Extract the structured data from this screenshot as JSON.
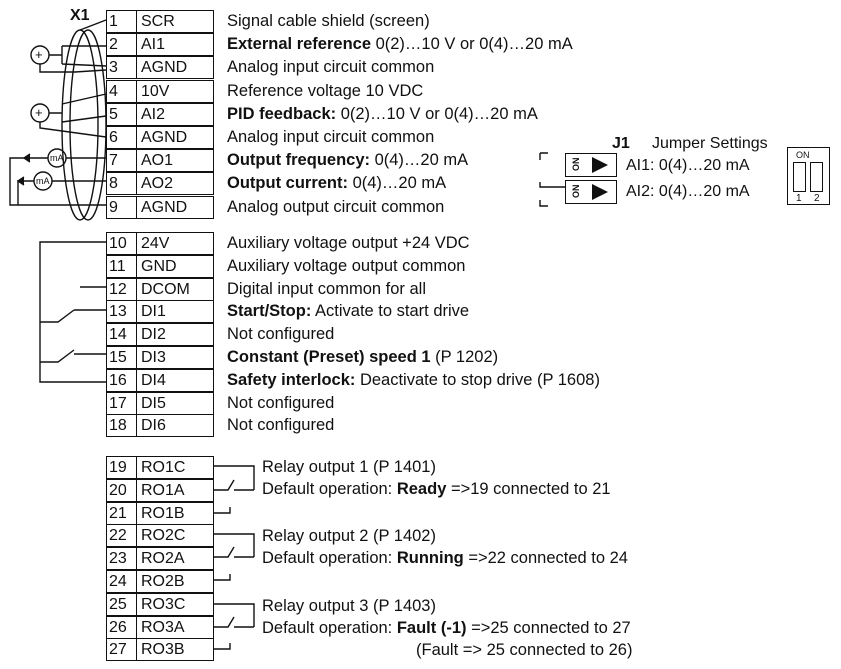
{
  "connector": {
    "label": "X1"
  },
  "jumper": {
    "label": "J1",
    "title": "Jumper Settings",
    "on_text": "ON",
    "dip_on": "ON",
    "dip_1": "1",
    "dip_2": "2",
    "ai1": "AI1: 0(4)…20 mA",
    "ai2": "AI2: 0(4)…20 mA"
  },
  "meters": {
    "pot": "+",
    "ma": "mA"
  },
  "terminals": [
    {
      "num": "1",
      "name": "SCR",
      "bold": "",
      "desc": "Signal cable shield (screen)"
    },
    {
      "num": "2",
      "name": "AI1",
      "bold": "External reference",
      "desc": " 0(2)…10 V or 0(4)…20 mA"
    },
    {
      "num": "3",
      "name": "AGND",
      "bold": "",
      "desc": "Analog input circuit common"
    },
    {
      "num": "4",
      "name": "10V",
      "bold": "",
      "desc": "Reference voltage 10 VDC"
    },
    {
      "num": "5",
      "name": "AI2",
      "bold": "PID feedback:",
      "desc": " 0(2)…10 V or 0(4)…20 mA"
    },
    {
      "num": "6",
      "name": "AGND",
      "bold": "",
      "desc": "Analog input circuit common"
    },
    {
      "num": "7",
      "name": "AO1",
      "bold": "Output frequency:",
      "desc": " 0(4)…20 mA"
    },
    {
      "num": "8",
      "name": "AO2",
      "bold": "Output current:",
      "desc": " 0(4)…20 mA"
    },
    {
      "num": "9",
      "name": "AGND",
      "bold": "",
      "desc": "Analog output circuit common"
    },
    {
      "num": "10",
      "name": "24V",
      "bold": "",
      "desc": "Auxiliary voltage output +24 VDC"
    },
    {
      "num": "11",
      "name": "GND",
      "bold": "",
      "desc": "Auxiliary voltage output common"
    },
    {
      "num": "12",
      "name": "DCOM",
      "bold": "",
      "desc": "Digital input common for all"
    },
    {
      "num": "13",
      "name": "DI1",
      "bold": "Start/Stop:",
      "desc": " Activate to start drive"
    },
    {
      "num": "14",
      "name": "DI2",
      "bold": "",
      "desc": "Not configured"
    },
    {
      "num": "15",
      "name": "DI3",
      "bold": "Constant (Preset) speed 1",
      "desc": " (P 1202)"
    },
    {
      "num": "16",
      "name": "DI4",
      "bold": "Safety interlock:",
      "desc": " Deactivate to stop drive (P 1608)"
    },
    {
      "num": "17",
      "name": "DI5",
      "bold": "",
      "desc": "Not configured"
    },
    {
      "num": "18",
      "name": "DI6",
      "bold": "",
      "desc": "Not configured"
    },
    {
      "num": "19",
      "name": "RO1C"
    },
    {
      "num": "20",
      "name": "RO1A"
    },
    {
      "num": "21",
      "name": "RO1B"
    },
    {
      "num": "22",
      "name": "RO2C"
    },
    {
      "num": "23",
      "name": "RO2A"
    },
    {
      "num": "24",
      "name": "RO2B"
    },
    {
      "num": "25",
      "name": "RO3C"
    },
    {
      "num": "26",
      "name": "RO3A"
    },
    {
      "num": "27",
      "name": "RO3B"
    }
  ],
  "relays": [
    {
      "line1": "Relay output 1 (P 1401)",
      "pre": "Default operation: ",
      "bold": "Ready",
      "post": " =>19 connected to 21",
      "line3": ""
    },
    {
      "line1": "Relay output 2 (P 1402)",
      "pre": "Default operation: ",
      "bold": "Running",
      "post": " =>22 connected to 24",
      "line3": ""
    },
    {
      "line1": "Relay output 3 (P 1403)",
      "pre": "Default operation: ",
      "bold": "Fault (-1)",
      "post": " =>25 connected to 27",
      "line3": "(Fault => 25 connected to 26)"
    }
  ]
}
